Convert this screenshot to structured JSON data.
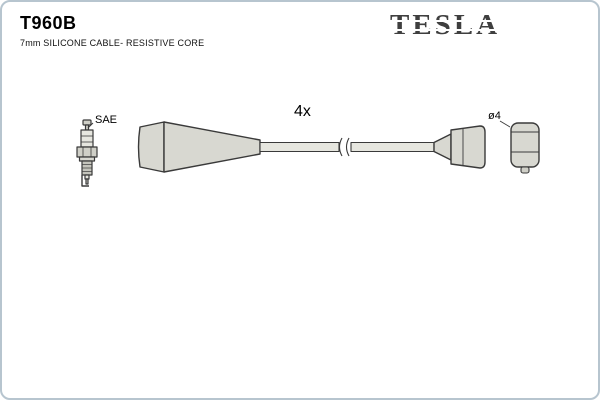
{
  "header": {
    "part_number": "T960B",
    "subtitle": "7mm SILICONE CABLE- RESISTIVE CORE"
  },
  "brand": {
    "logo_text": "TESLA"
  },
  "diagram": {
    "quantity": "4x",
    "plug_label": "SAE",
    "diameter": "ø4"
  },
  "colors": {
    "border": "#b7c5cf",
    "outline": "#3a3a3a",
    "fill_light": "#d8d8d1",
    "fill_lighter": "#e6e6df",
    "fill_mid": "#cfcfc7",
    "logo": "#3f3f3f"
  }
}
